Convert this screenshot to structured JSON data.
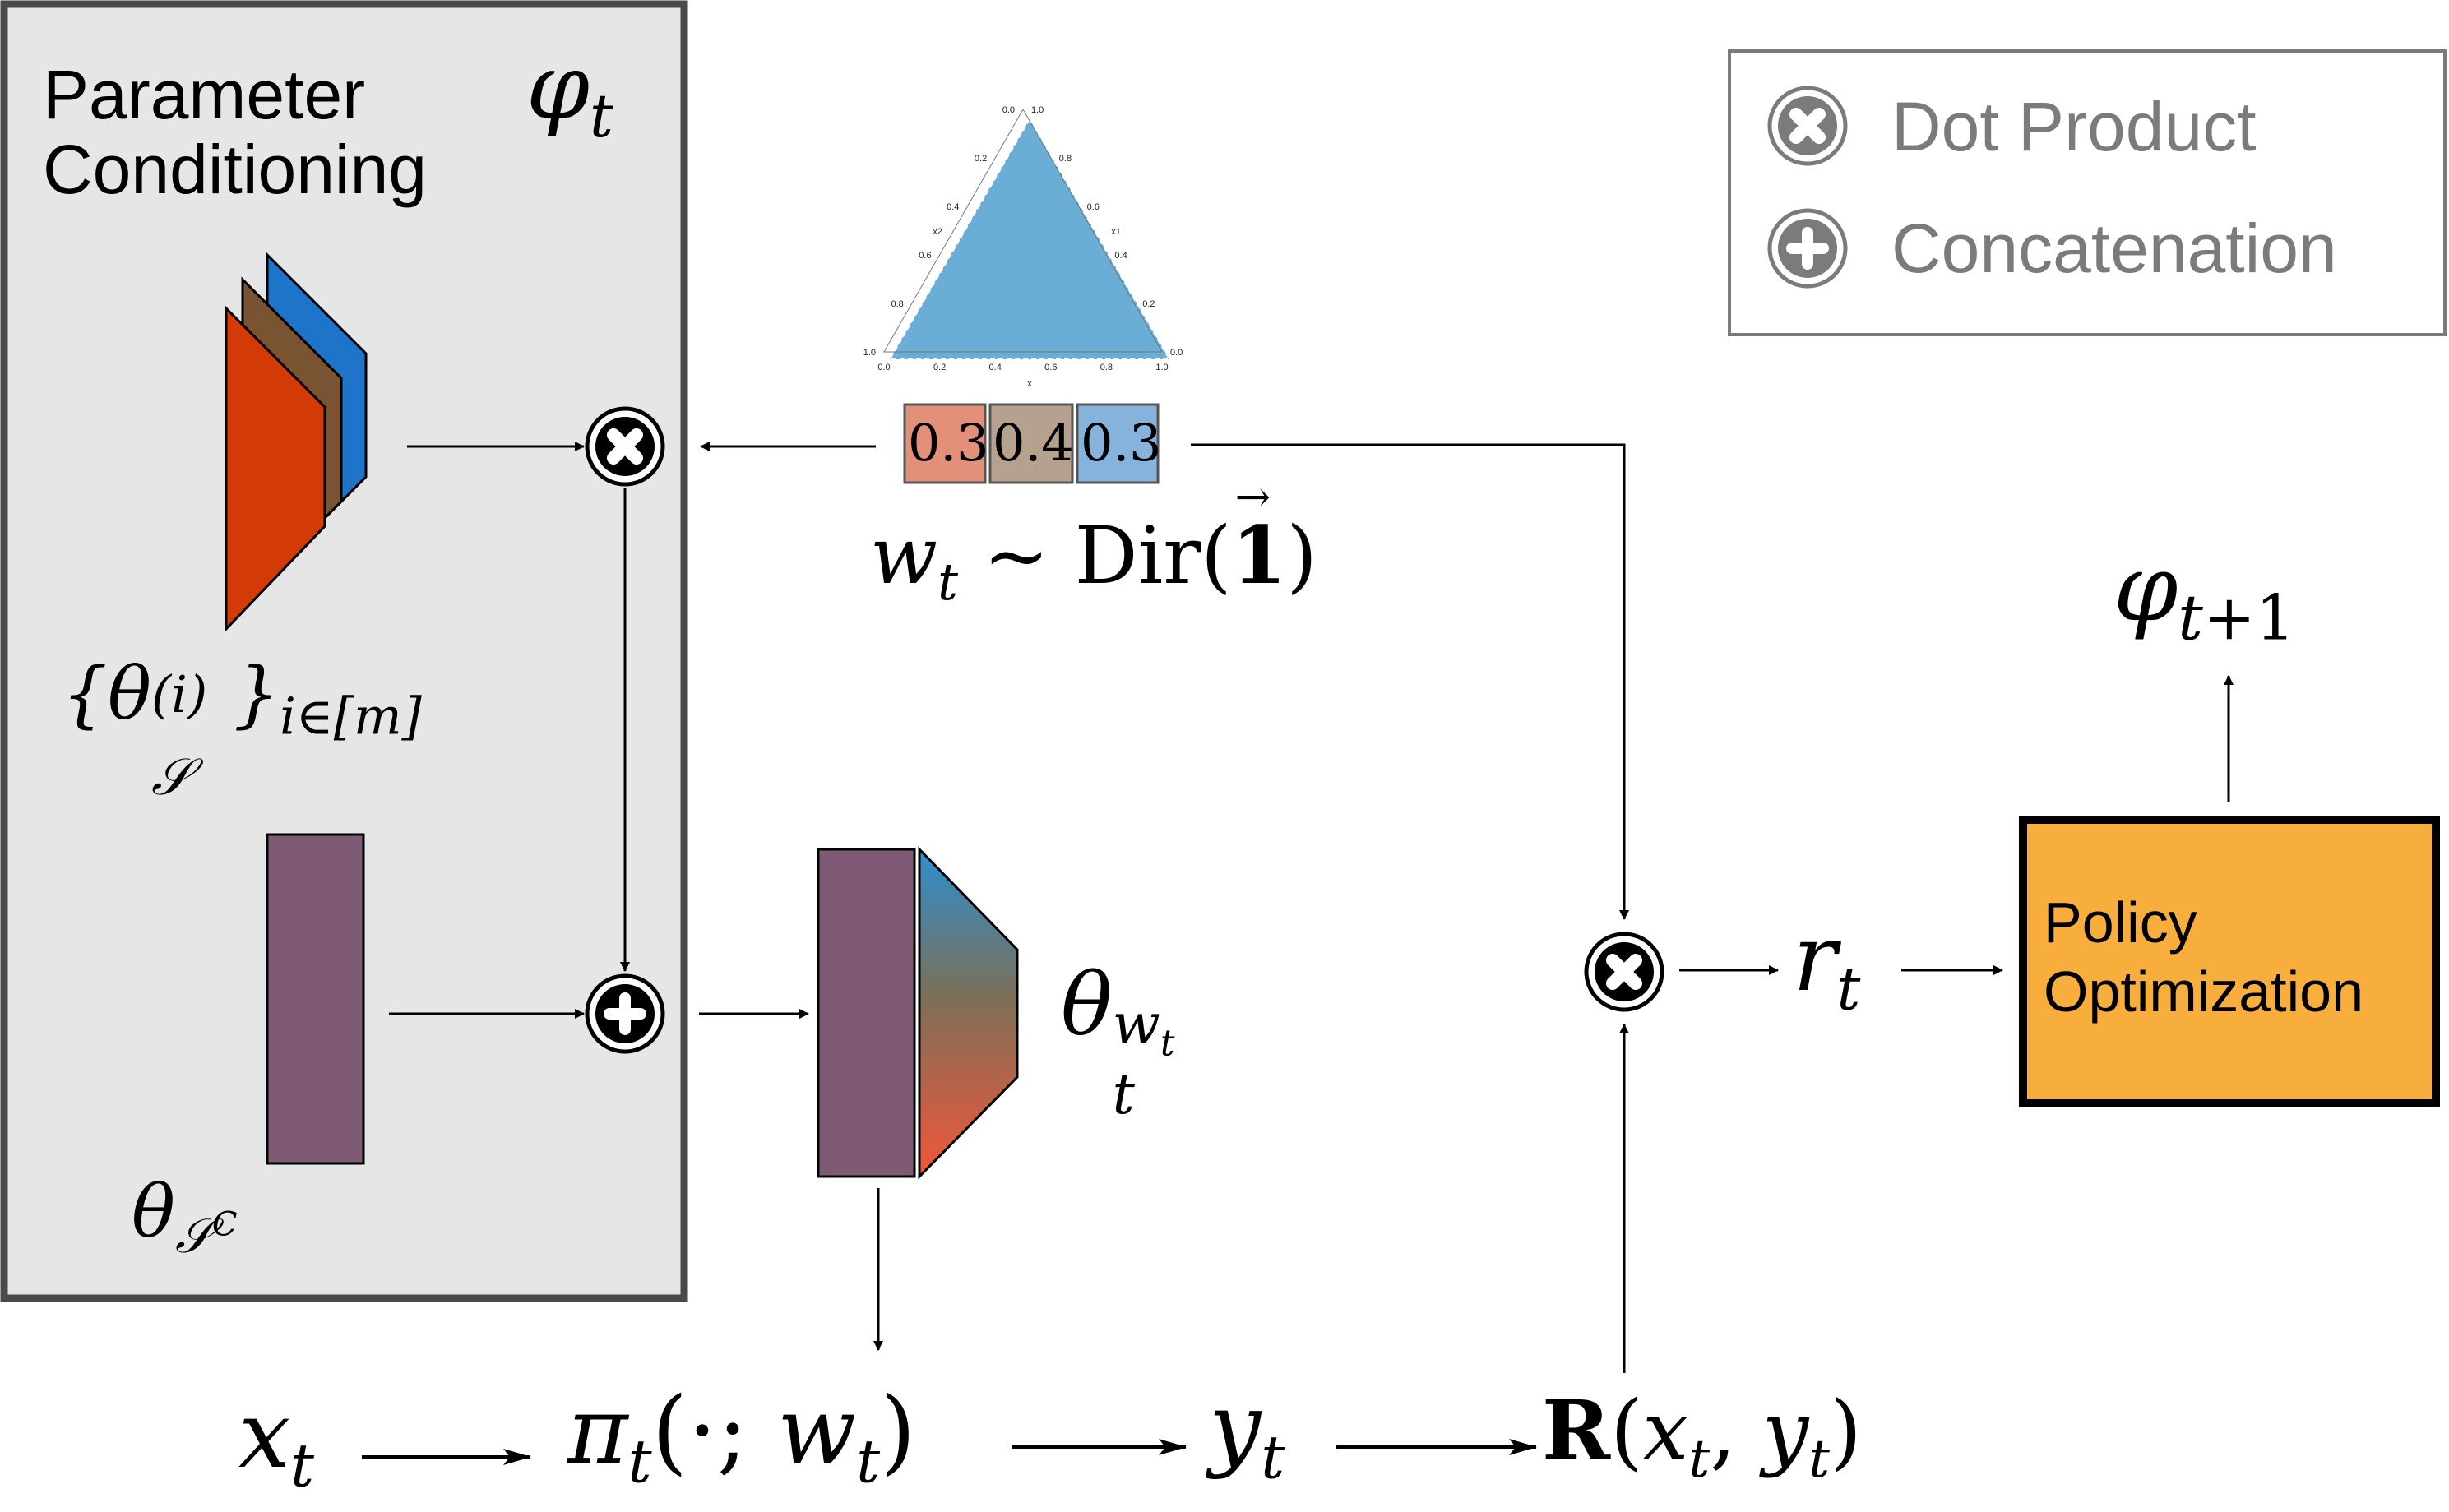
{
  "box_title": "Parameter\nConditioning",
  "phi_t": "φt",
  "phi_next": "φt+1",
  "adapter_set_label": "{θS(i)}i∈[m]",
  "shared_param_label": "θSC",
  "conditioned_param_label": "θtwt",
  "weights": [
    "0.3",
    "0.4",
    "0.3"
  ],
  "sampling_label": "wt ∼ Dir(1)",
  "reward_label": "rt",
  "policy_opt_label": "Policy\nOptimization",
  "pipeline": {
    "x": "xt",
    "policy": "πt(·; wt)",
    "y": "yt",
    "reward_fn": "R(xt, yt)"
  },
  "legend": {
    "dot_product": "Dot Product",
    "concatenation": "Concatenation"
  },
  "simplex_ticks": {
    "bottom": [
      "0.0",
      "0.2",
      "0.4",
      "0.6",
      "0.8",
      "1.0"
    ],
    "left": [
      "0.0",
      "0.2",
      "0.4",
      "0.6",
      "0.8",
      "1.0"
    ],
    "right": [
      "1.0",
      "0.8",
      "0.6",
      "0.4",
      "0.2",
      "0.0"
    ],
    "axis_labels": [
      "x",
      "x2",
      "x1"
    ]
  },
  "colors": {
    "box_fill": "#e6e6e6",
    "box_stroke": "#4a4a4a",
    "adapter_red": "#d43a06",
    "adapter_brown": "#7a5432",
    "adapter_blue": "#1d74c9",
    "shared_purple": "#7e5a75",
    "simplex_blue": "#6aaed6",
    "w1": "#e2907a",
    "w2": "#b6a08e",
    "w3": "#86b3dc",
    "policy_box": "#f8ae3c",
    "legend_grey": "#7b7b7b"
  }
}
